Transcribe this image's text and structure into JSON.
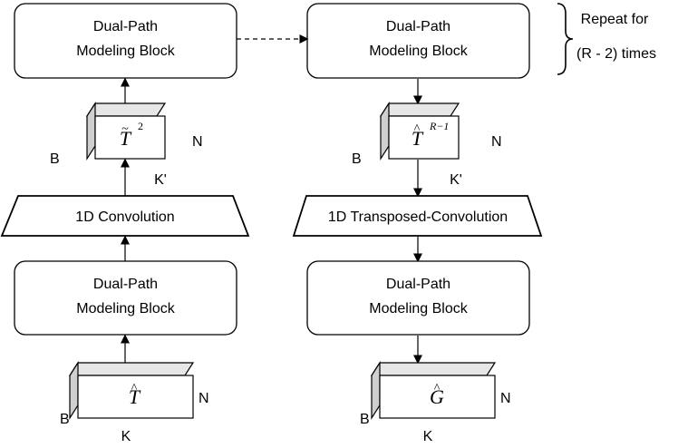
{
  "blocks": {
    "top_left": {
      "line1": "Dual-Path",
      "line2": "Modeling Block"
    },
    "top_right": {
      "line1": "Dual-Path",
      "line2": "Modeling Block"
    },
    "bottom_left": {
      "line1": "Dual-Path",
      "line2": "Modeling Block"
    },
    "bottom_right": {
      "line1": "Dual-Path",
      "line2": "Modeling Block"
    }
  },
  "repeat_note": {
    "line1": "Repeat for",
    "line2": "(R - 2) times"
  },
  "convolutions": {
    "left": "1D Convolution",
    "right": "1D Transposed-Convolution"
  },
  "tensors": {
    "top_left": {
      "symbol": "T",
      "accent": "~",
      "superscript": "2",
      "label_b": "B",
      "label_n": "N",
      "label_k": "K'"
    },
    "top_right": {
      "symbol": "T",
      "accent": "^",
      "superscript": "R−1",
      "label_b": "B",
      "label_n": "N",
      "label_k": "K'"
    },
    "bottom_left": {
      "symbol": "T",
      "accent": "^",
      "label_b": "B",
      "label_n": "N",
      "label_k": "K"
    },
    "bottom_right": {
      "symbol": "G",
      "accent": "^",
      "label_b": "B",
      "label_n": "N",
      "label_k": "K"
    }
  },
  "colors": {
    "stroke": "#000000",
    "box_fill": "#ffffff",
    "cube_front": "#ffffff",
    "cube_top": "#e6e6e6",
    "cube_side": "#cfcfcf",
    "text": "#111111"
  }
}
